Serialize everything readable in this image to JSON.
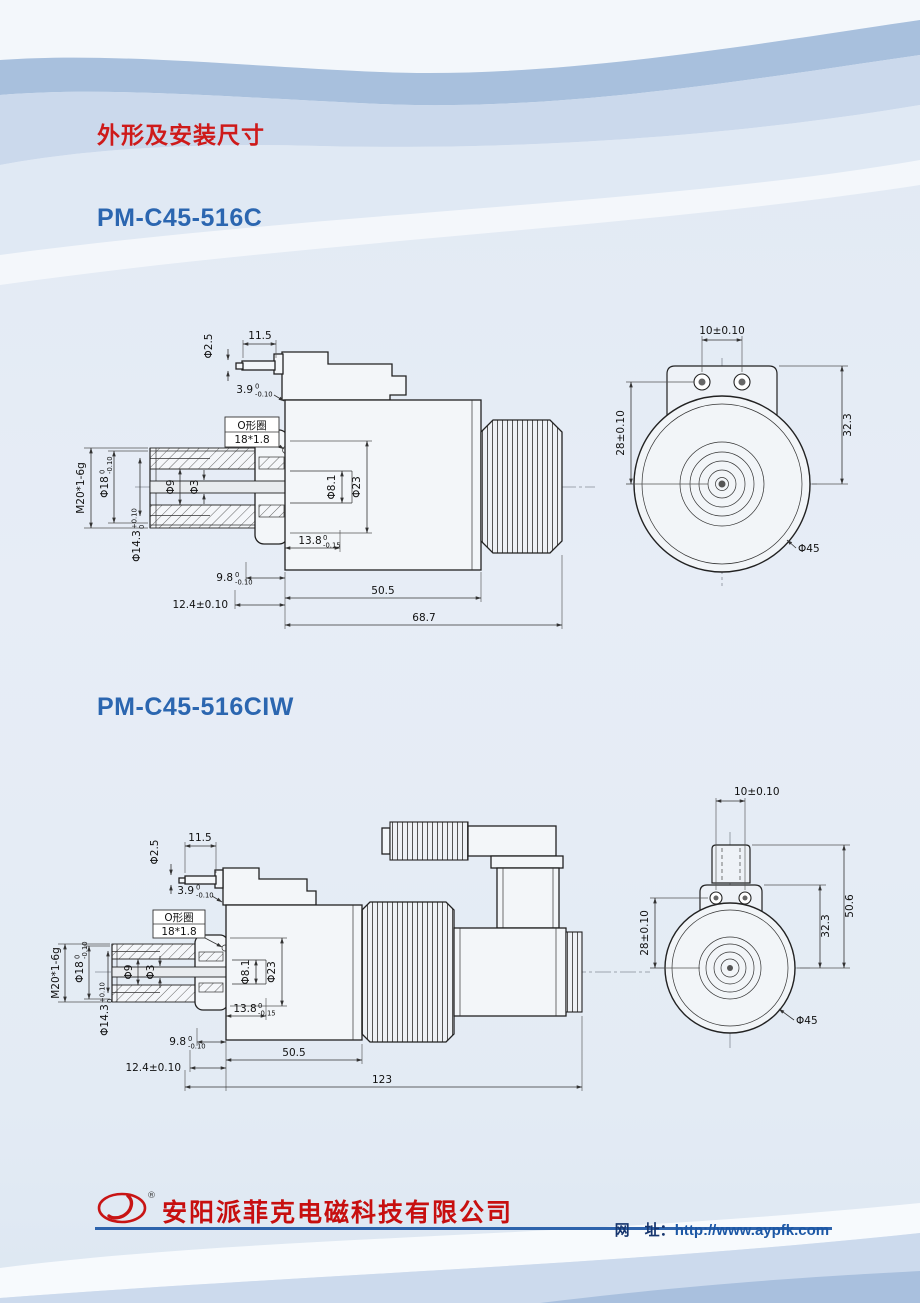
{
  "page": {
    "heading": "外形及安装尺寸",
    "model1": "PM-C45-516C",
    "model2": "PM-C45-516CIW"
  },
  "d1": {
    "pin_dia": "Φ2.5",
    "pin_len": "11.5",
    "step_v": "3.9",
    "step_hi": "0",
    "step_lo": "-0.10",
    "oring1": "O形圈",
    "oring2": "18*1.8",
    "thread": "M20*1-6g",
    "phi18_v": "Φ18",
    "phi18_hi": "0",
    "phi18_lo": "-0.10",
    "phi9": "Φ9",
    "phi3": "Φ3",
    "phi81": "Φ8.1",
    "phi23": "Φ23",
    "phi143_v": "Φ14.3",
    "phi143_hi": "+0.10",
    "phi143_lo": "0",
    "d138_v": "13.8",
    "d138_hi": "0",
    "d138_lo": "-0.15",
    "d98_v": "9.8",
    "d98_hi": "0",
    "d98_lo": "-0.10",
    "d124": "12.4±0.10",
    "d505": "50.5",
    "total": "68.7",
    "pitch": "10±0.10",
    "c28": "28±0.10",
    "h323": "32.3",
    "phi45": "Φ45"
  },
  "d2": {
    "pin_dia": "Φ2.5",
    "pin_len": "11.5",
    "step_v": "3.9",
    "step_hi": "0",
    "step_lo": "-0.10",
    "oring1": "O形圈",
    "oring2": "18*1.8",
    "thread": "M20*1-6g",
    "phi18_v": "Φ18",
    "phi18_hi": "0",
    "phi18_lo": "-0.10",
    "phi9": "Φ9",
    "phi3": "Φ3",
    "phi81": "Φ8.1",
    "phi23": "Φ23",
    "phi143_v": "Φ14.3",
    "phi143_hi": "+0.10",
    "phi143_lo": "0",
    "d138_v": "13.8",
    "d138_hi": "0",
    "d138_lo": "-0.15",
    "d98_v": "9.8",
    "d98_hi": "0",
    "d98_lo": "-0.10",
    "d124": "12.4±0.10",
    "d505": "50.5",
    "total": "123",
    "pitch": "10±0.10",
    "c28": "28±0.10",
    "h323": "32.3",
    "h506": "50.6",
    "phi45": "Φ45"
  },
  "footer": {
    "company": "安阳派菲克电磁科技有限公司",
    "reg": "®",
    "site_label": "网　址：",
    "url": "http://www.aypfk.com"
  }
}
